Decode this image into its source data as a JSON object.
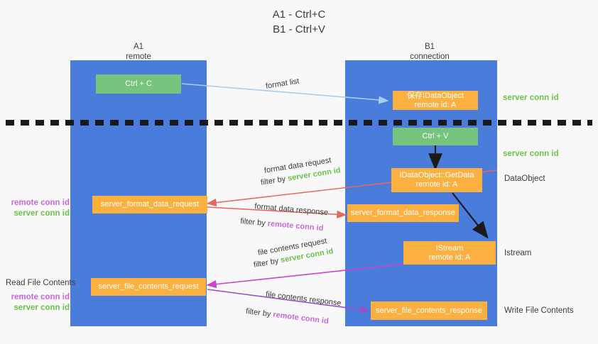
{
  "title": {
    "line1": "A1 - Ctrl+C",
    "line2": "B1 - Ctrl+V"
  },
  "columns": [
    {
      "name": "A1",
      "sub": "remote"
    },
    {
      "name": "B1",
      "sub": "connection"
    }
  ],
  "boxes": {
    "ctrl_c": "Ctrl + C",
    "ctrl_v": "Ctrl + V",
    "save_idataobject": "保存IDataObject\nremote id: A",
    "idataobject_getdata": "IDataObject::GetData\nremote id: A",
    "istream": "IStream\nremote id: A",
    "server_format_data_request": "server_format_data_request",
    "server_format_data_response": "server_format_data_response",
    "server_file_contents_request": "server_file_contents_request",
    "server_file_contents_response": "server_file_contents_response"
  },
  "right_notes": [
    {
      "text": "server conn id",
      "style": "green"
    },
    {
      "text": "server conn id",
      "style": "green"
    },
    {
      "text": "DataObject",
      "style": "dark"
    },
    {
      "text": "Istream",
      "style": "dark"
    },
    {
      "text": "Write File Contents",
      "style": "dark"
    }
  ],
  "left_notes": {
    "group1": [
      {
        "text": "remote conn id",
        "style": "purple"
      },
      {
        "text": "server conn id",
        "style": "green"
      }
    ],
    "read_file_contents": "Read File Contents",
    "group2": [
      {
        "text": "remote conn id",
        "style": "purple"
      },
      {
        "text": "server conn id",
        "style": "green"
      }
    ]
  },
  "edges": {
    "format_list": "format list",
    "format_data_request": "format data request",
    "format_data_request_filter_prefix": "filter by ",
    "format_data_request_filter_value": "server conn id",
    "format_data_response": "format data response",
    "format_data_response_filter_prefix": "filter by ",
    "format_data_response_filter_value": "remote conn id",
    "file_contents_request": "file contents request",
    "file_contents_request_filter_prefix": "filter by ",
    "file_contents_request_filter_value": "server conn id",
    "file_contents_response": "file contents response",
    "file_contents_response_filter_prefix": "filter by ",
    "file_contents_response_filter_value": "remote conn id"
  },
  "colors": {
    "lane": "#4a7ddb",
    "green_box": "#76c47d",
    "orange_box": "#fcb040",
    "server_conn_id": "#6cc24a",
    "remote_conn_id": "#cc66dd",
    "arrow_blue": "#a8cdee",
    "arrow_red": "#e8685f",
    "arrow_magenta": "#cc44cc",
    "arrow_purple": "#9b4fc8",
    "arrow_black": "#1a1a1a",
    "divider": "#1a1a1a",
    "background": "#f8f8f8"
  }
}
